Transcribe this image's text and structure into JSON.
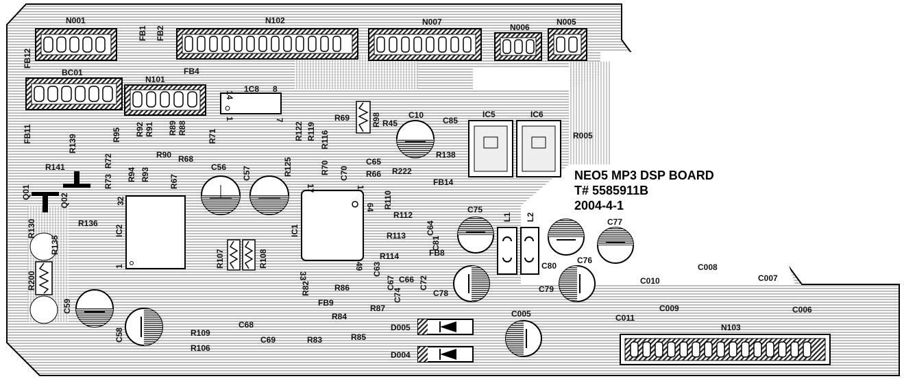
{
  "board": {
    "title_lines": [
      "NEO5 MP3 DSP BOARD",
      "T# 5585911B",
      "2004-4-1"
    ]
  },
  "connectors": {
    "N001": "N001",
    "N102": "N102",
    "N007": "N007",
    "N006": "N006",
    "N005": "N005",
    "BC01": "BC01",
    "N101": "N101",
    "N103": "N103"
  },
  "ics": {
    "IC8": "1C8",
    "IC5": "IC5",
    "IC6": "IC6",
    "IC1": "IC1",
    "IC2": "IC2"
  },
  "ic_pins": {
    "ic8_14": "14",
    "ic8_8": "8",
    "ic8_1": "1",
    "ic8_7": "7",
    "ic1_17": "17",
    "ic1_1": "1",
    "ic1_64": "64",
    "ic1_33": "33",
    "ic1_49": "49",
    "ic2_32": "32",
    "ic2_1": "1"
  },
  "parts": {
    "FB1": "FB1",
    "FB2": "FB2",
    "FB4": "FB4",
    "FB12": "FB12",
    "FB11": "FB11",
    "FB14": "FB14",
    "FB8": "FB8",
    "FB9": "FB9",
    "R139": "R139",
    "R141": "R141",
    "R95": "R95",
    "R92": "R92",
    "R91": "R91",
    "R89": "R89",
    "R88": "R88",
    "R90": "R90",
    "R71": "R71",
    "R68": "R68",
    "R72": "R72",
    "R94": "R94",
    "R93": "R93",
    "R67": "R67",
    "R73": "R73",
    "R136": "R136",
    "R130": "R130",
    "R135": "R135",
    "R200": "R200",
    "R122": "R122",
    "R119": "R119",
    "R116": "R116",
    "R125": "R125",
    "R70": "R70",
    "R69": "R69",
    "R98": "R98",
    "R45": "R45",
    "R138": "R138",
    "R005": "R005",
    "R222": "R222",
    "R66": "R66",
    "R110": "R110",
    "R112": "R112",
    "R113": "R113",
    "R114": "R114",
    "R107": "R107",
    "R108": "R108",
    "R82": "R82",
    "R86": "R86",
    "R87": "R87",
    "R84": "R84",
    "R85": "R85",
    "R83": "R83",
    "R109": "R109",
    "R106": "R106",
    "C56": "C56",
    "C57": "C57",
    "C10": "C10",
    "C85": "C85",
    "C65": "C65",
    "C70": "C70",
    "C64": "C64",
    "C81": "C81",
    "C63": "C63",
    "C67": "C67",
    "C66": "C66",
    "C72": "C72",
    "C74": "C74",
    "C68": "C68",
    "C69": "C69",
    "C59": "C59",
    "C58": "C58",
    "C75": "C75",
    "C77": "C77",
    "C76": "C76",
    "C78": "C78",
    "C79": "C79",
    "C80": "C80",
    "C005": "C005",
    "C006": "C006",
    "C007": "C007",
    "C008": "C008",
    "C009": "C009",
    "C010": "C010",
    "C011": "C011",
    "L1": "L1",
    "L2": "L2",
    "Q01": "Q01",
    "Q02": "Q02",
    "D005": "D005",
    "D004": "D004"
  }
}
